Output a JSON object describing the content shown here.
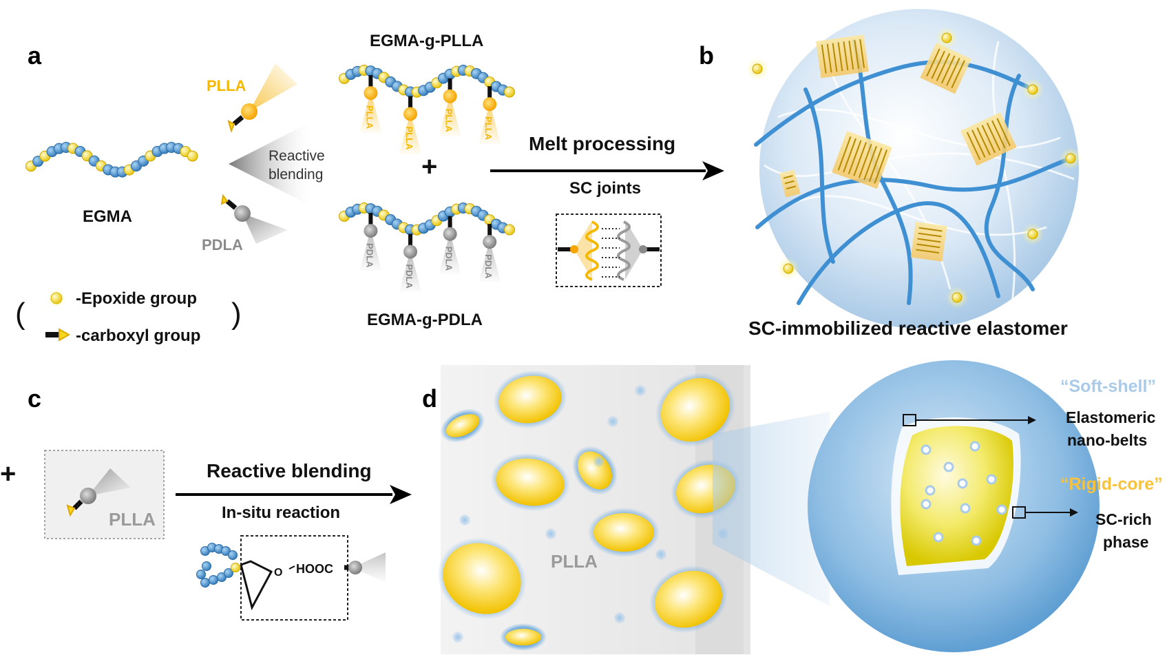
{
  "panel_labels": {
    "a": "a",
    "b": "b",
    "c": "c",
    "d": "d"
  },
  "panel_a": {
    "egma": "EGMA",
    "plla": "PLLA",
    "pdla": "PDLA",
    "reactive_line1": "Reactive",
    "reactive_line2": "blending",
    "egma_g_plla": "EGMA-g-PLLA",
    "egma_g_pdla": "EGMA-g-PDLA",
    "plus": "+",
    "graft_plla": "PLLA",
    "graft_pdla": "PDLA",
    "melt_processing": "Melt processing",
    "sc_joints": "SC joints",
    "legend_epoxide": "-Epoxide group",
    "legend_carboxyl": "-carboxyl group",
    "paren_open": "(",
    "paren_close": ")"
  },
  "panel_b": {
    "caption": "SC-immobilized reactive elastomer"
  },
  "panel_c": {
    "plus": "+",
    "plla": "PLLA",
    "reactive_blending": "Reactive blending",
    "in_situ": "In-situ reaction",
    "hooc": "HOOC",
    "o": "O"
  },
  "panel_d": {
    "plla": "PLLA",
    "soft_shell": "“Soft-shell”",
    "elastomeric_line1": "Elastomeric",
    "elastomeric_line2": "nano-belts",
    "rigid_core": "“Rigid-core”",
    "sc_rich_line1": "SC-rich",
    "sc_rich_line2": "phase"
  },
  "colors": {
    "blue_bead": "#3a87c9",
    "yellow_bead": "#f5d81d",
    "plla_gold": "#f5b800",
    "pdla_gray": "#8a8a8a",
    "shell_blue": "#a9cbe9",
    "core_gold": "#f7c23c"
  }
}
